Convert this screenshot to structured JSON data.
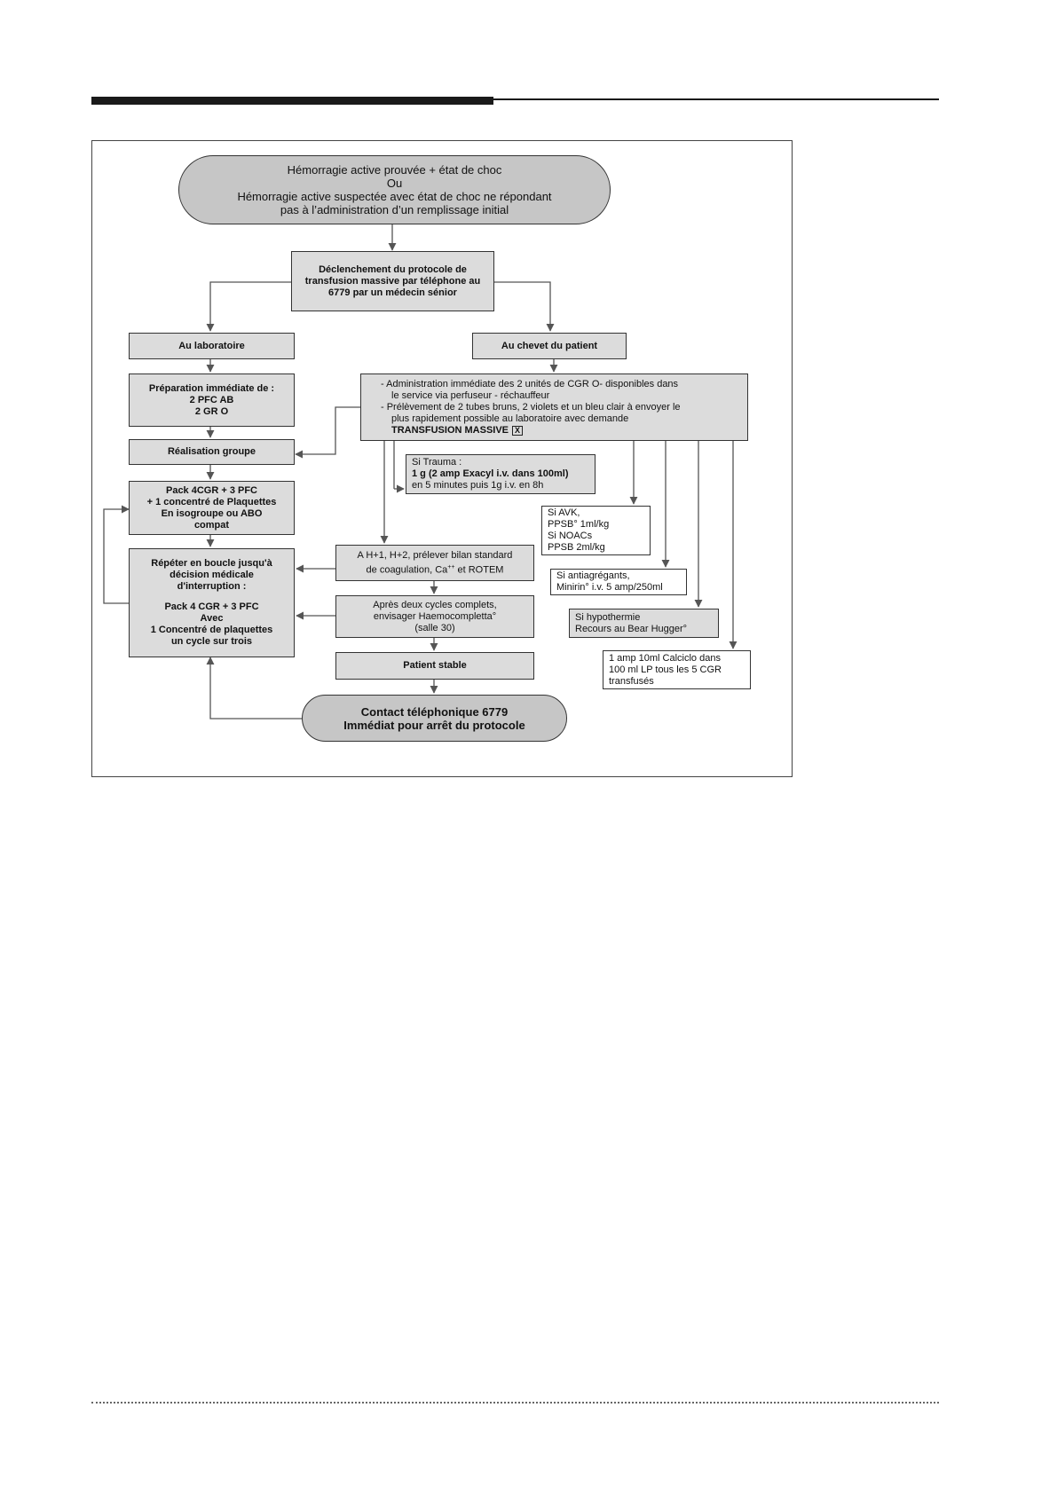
{
  "start": {
    "line1": "Hémorragie active prouvée + état de choc",
    "line2": "Ou",
    "line3": "Hémorragie active suspectée avec état de choc ne répondant",
    "line4": "pas à l’administration d’un remplissage initial"
  },
  "trigger": {
    "line1": "Déclenchement du protocole de",
    "line2": "transfusion massive par téléphone au",
    "line3": "6779 par un médecin sénior"
  },
  "lab": {
    "header": "Au laboratoire",
    "prep": {
      "line1": "Préparation immédiate de :",
      "line2": "2 PFC  AB",
      "line3": "2 GR O"
    },
    "group": "Réalisation groupe",
    "pack": {
      "line1": "Pack 4CGR + 3 PFC",
      "line2": "+ 1 concentré de  Plaquettes",
      "line3": "En isogroupe ou ABO",
      "line4": "compat"
    },
    "repeat": {
      "line1": "Répéter en boucle jusqu'à",
      "line2": "décision médicale",
      "line3": "d'interruption :",
      "line4": "Pack 4 CGR + 3 PFC",
      "line5": "Avec",
      "line6": "1 Concentré de plaquettes",
      "line7": "un cycle sur trois"
    }
  },
  "bedside": {
    "header": "Au chevet du patient",
    "admin": {
      "b1a": "- Administration immédiate des 2 unités de CGR O- disponibles dans",
      "b1b": "le service via perfuseur - réchauffeur",
      "b2a": "- Prélèvement de 2 tubes bruns, 2 violets et un bleu clair à envoyer  le",
      "b2b": "plus rapidement possible au laboratoire avec demande",
      "b2c": "TRANSFUSION MASSIVE",
      "checkbox": "X"
    },
    "trauma": {
      "line1": "Si Trauma :",
      "line2": "1 g (2 amp Exacyl i.v. dans 100ml)",
      "line3": "en 5 minutes puis 1g i.v. en 8h"
    },
    "avk": {
      "line1": "Si AVK,",
      "line2": "PPSB° 1ml/kg",
      "line3": "Si NOACs",
      "line4": "PPSB 2ml/kg"
    },
    "antiag": {
      "line1": "Si antiagrégants,",
      "line2": "Minirin° i.v. 5 amp/250ml"
    },
    "hypo": {
      "line1": "Si hypothermie",
      "line2": "Recours au Bear Hugger°"
    },
    "calcium": {
      "line1": "1 amp 10ml Calciclo dans",
      "line2": "100 ml LP tous les 5 CGR",
      "line3": "transfusés"
    },
    "coag": {
      "line1": "A H+1, H+2, prélever bilan standard",
      "line2_pre": "de coagulation, Ca",
      "line2_sup": "++",
      "line2_post": " et ROTEM"
    },
    "haemo": {
      "line1": "Après deux cycles complets,",
      "line2": "envisager Haemocompletta°",
      "line3": "(salle 30)"
    },
    "stable": "Patient stable"
  },
  "end": {
    "line1": "Contact téléphonique 6779",
    "line2": "Immédiat pour arrêt du protocole"
  },
  "colors": {
    "box_fill": "#dcdcdc",
    "oval_fill": "#c6c6c6",
    "line": "#555555"
  }
}
